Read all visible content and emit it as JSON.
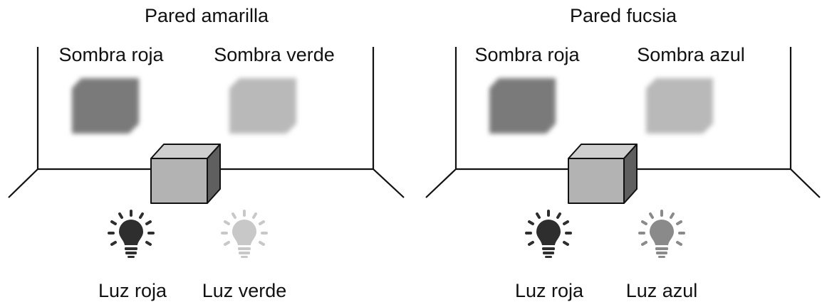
{
  "panels": [
    {
      "title": "Pared amarilla",
      "shadow_left": "Sombra roja",
      "shadow_right": "Sombra verde",
      "light_left": "Luz roja",
      "light_right": "Luz verde",
      "colors": {
        "shadow_left": "#7a7a7a",
        "shadow_right": "#b9b9b9",
        "bulb_left": "#2e2e2e",
        "bulb_right": "#c8c8c8"
      }
    },
    {
      "title": "Pared fucsia",
      "shadow_left": "Sombra roja",
      "shadow_right": "Sombra azul",
      "light_left": "Luz roja",
      "light_right": "Luz azul",
      "colors": {
        "shadow_left": "#7a7a7a",
        "shadow_right": "#b9b9b9",
        "bulb_left": "#2e2e2e",
        "bulb_right": "#8a8a8a"
      }
    }
  ],
  "cube_colors": {
    "front": "#b3b3b3",
    "top": "#cfcfcf",
    "side": "#5f5f5f"
  }
}
